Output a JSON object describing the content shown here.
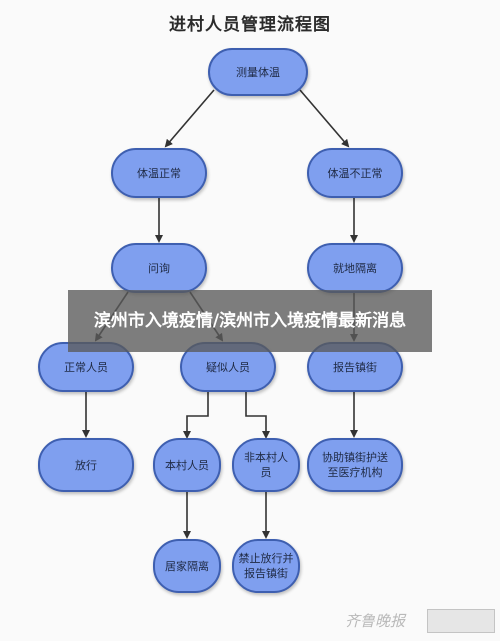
{
  "title": "进村人员管理流程图",
  "nodes": {
    "measure_temp": "测量体温",
    "temp_normal": "体温正常",
    "temp_abnormal": "体温不正常",
    "inquiry": "问询",
    "isolate_on_site": "就地隔离",
    "normal_person": "正常人员",
    "suspected_person": "疑似人员",
    "report_town": "报告镇街",
    "release": "放行",
    "villager": "本村人员",
    "non_villager": "非本村人\n员",
    "assist_town": "协助镇街护送\n至医疗机构",
    "home_isolation": "居家隔离",
    "deny_release": "禁止放行并\n报告镇街"
  },
  "overlay": {
    "caption": "滨州市入境疫情/滨州市入境疫情最新消息"
  },
  "watermark": {
    "text": "齐鲁晚报"
  },
  "colors": {
    "node_fill": "#7f9fef",
    "node_border": "#3e5fb0",
    "connector": "#333333"
  }
}
